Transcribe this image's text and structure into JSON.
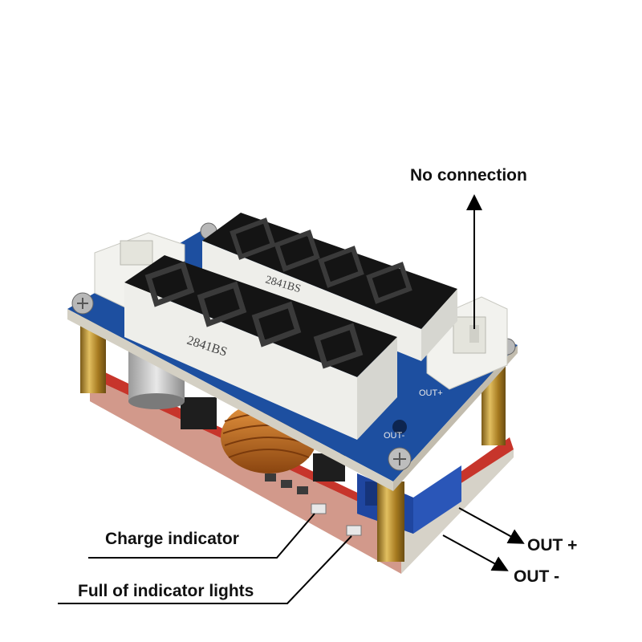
{
  "labels": {
    "no_connection": "No connection",
    "charge_indicator": "Charge indicator",
    "full_indicator": "Full of indicator lights",
    "out_plus": "OUT +",
    "out_minus": "OUT -"
  },
  "board": {
    "display_model_front": "2841BS",
    "display_model_back": "2841BS",
    "silk_out_plus": "OUT+",
    "silk_out_minus": "OUT-"
  },
  "colors": {
    "pcb_blue": "#1d4fa0",
    "pcb_red": "#c7352b",
    "display_black": "#141414",
    "connector_white": "#f2f2ee",
    "standoff_brass": "#b98d2c",
    "inductor_copper": "#c06a22",
    "terminal_blue": "#2a56b8"
  }
}
